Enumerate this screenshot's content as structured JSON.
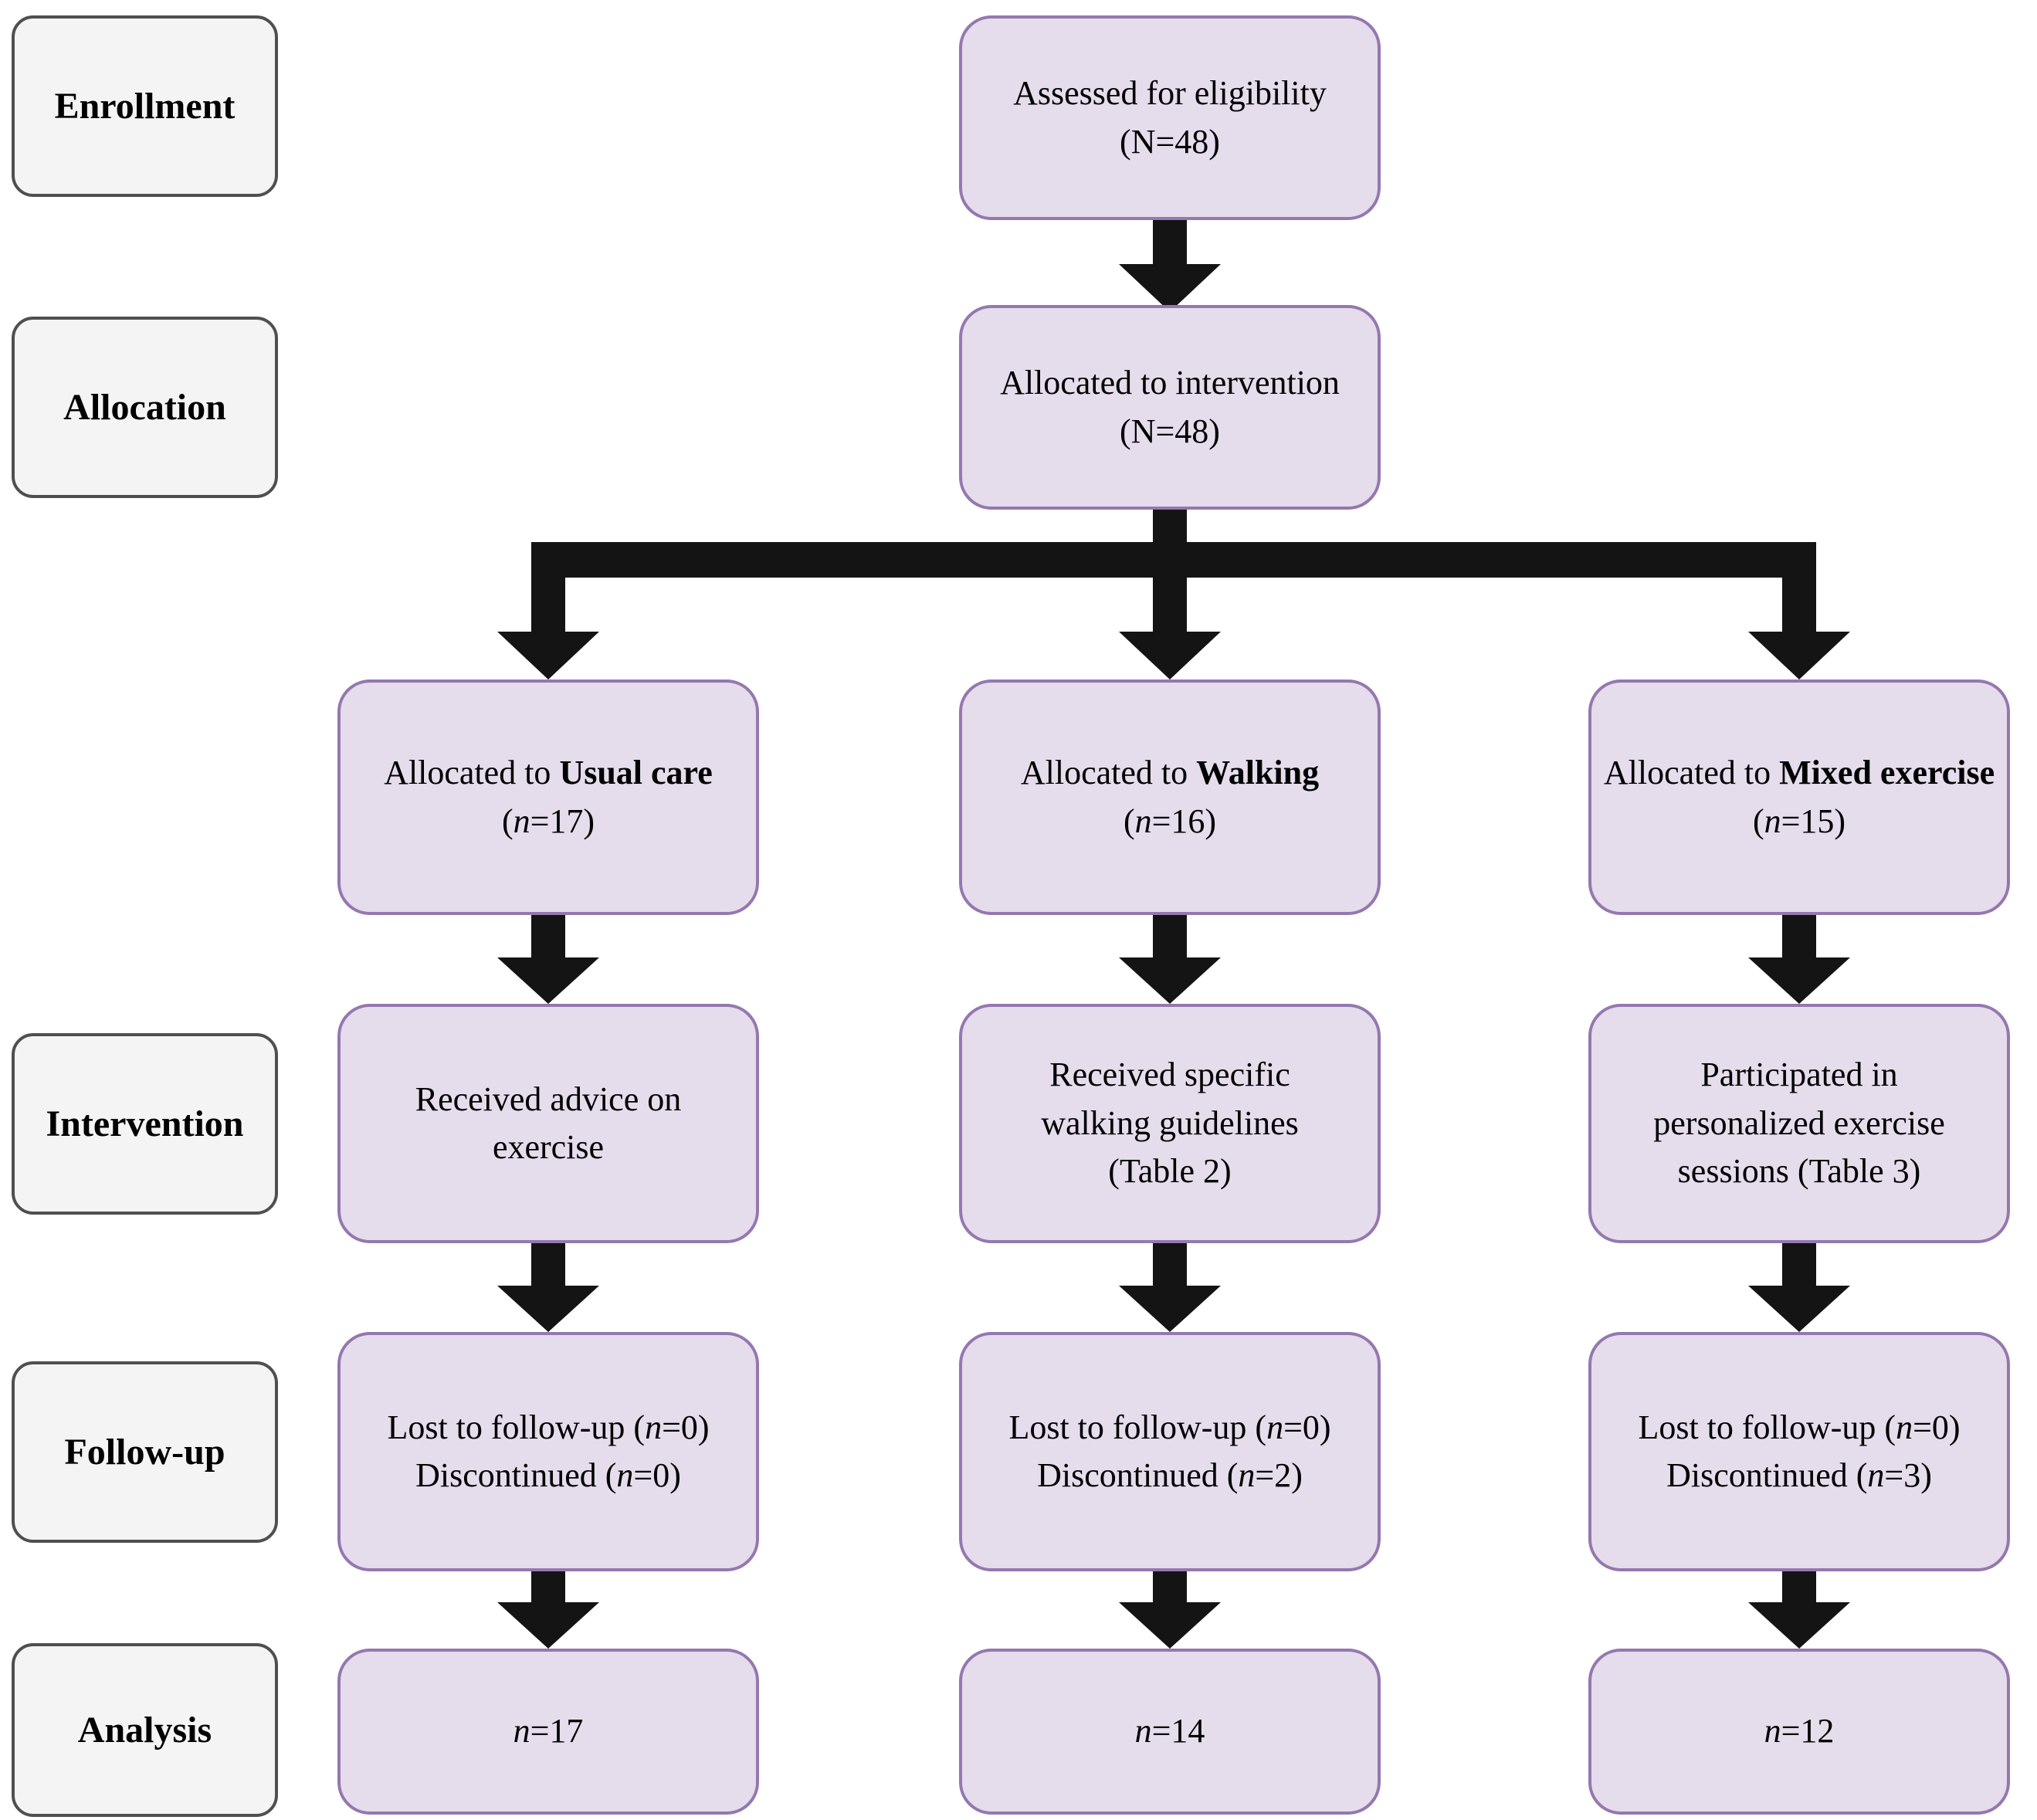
{
  "colors": {
    "box_fill": "#e5dcec",
    "box_border": "#9478ae",
    "label_fill": "#f4f4f4",
    "label_border": "#4f4f4f",
    "arrow": "#141414",
    "text": "#000000"
  },
  "stages": {
    "enrollment": "Enrollment",
    "allocation": "Allocation",
    "intervention": "Intervention",
    "followup": "Follow-up",
    "analysis": "Analysis"
  },
  "enrollment_box": {
    "line1": "Assessed for eligibility",
    "line2": "(N=48)"
  },
  "allocation_box": {
    "line1": "Allocated to intervention",
    "line2": "(N=48)"
  },
  "groups": [
    {
      "allocated": {
        "pre": "Allocated to ",
        "bold": "Usual care",
        "par_pre": "(",
        "n": "n",
        "par_post": "=17)"
      },
      "intervention": {
        "lines": [
          "Received advice on",
          "exercise"
        ]
      },
      "followup": {
        "l1_pre": "Lost to follow-up (",
        "l1_n": "n",
        "l1_post": "=0)",
        "l2_pre": "Discontinued (",
        "l2_n": "n",
        "l2_post": "=0)"
      },
      "analysis": {
        "n": "n",
        "value": "=17"
      }
    },
    {
      "allocated": {
        "pre": "Allocated to ",
        "bold": "Walking",
        "par_pre": "(",
        "n": "n",
        "par_post": "=16)"
      },
      "intervention": {
        "lines": [
          "Received specific",
          "walking guidelines",
          "(Table 2)"
        ]
      },
      "followup": {
        "l1_pre": "Lost to follow-up (",
        "l1_n": "n",
        "l1_post": "=0)",
        "l2_pre": "Discontinued (",
        "l2_n": "n",
        "l2_post": "=2)"
      },
      "analysis": {
        "n": "n",
        "value": "=14"
      }
    },
    {
      "allocated": {
        "pre": "Allocated to ",
        "bold": "Mixed exercise",
        "par_pre": "(",
        "n": "n",
        "par_post": "=15)"
      },
      "intervention": {
        "lines": [
          "Participated in",
          "personalized exercise",
          "sessions (Table 3)"
        ]
      },
      "followup": {
        "l1_pre": "Lost to follow-up (",
        "l1_n": "n",
        "l1_post": "=0)",
        "l2_pre": "Discontinued (",
        "l2_n": "n",
        "l2_post": "=3)"
      },
      "analysis": {
        "n": "n",
        "value": "=12"
      }
    }
  ]
}
